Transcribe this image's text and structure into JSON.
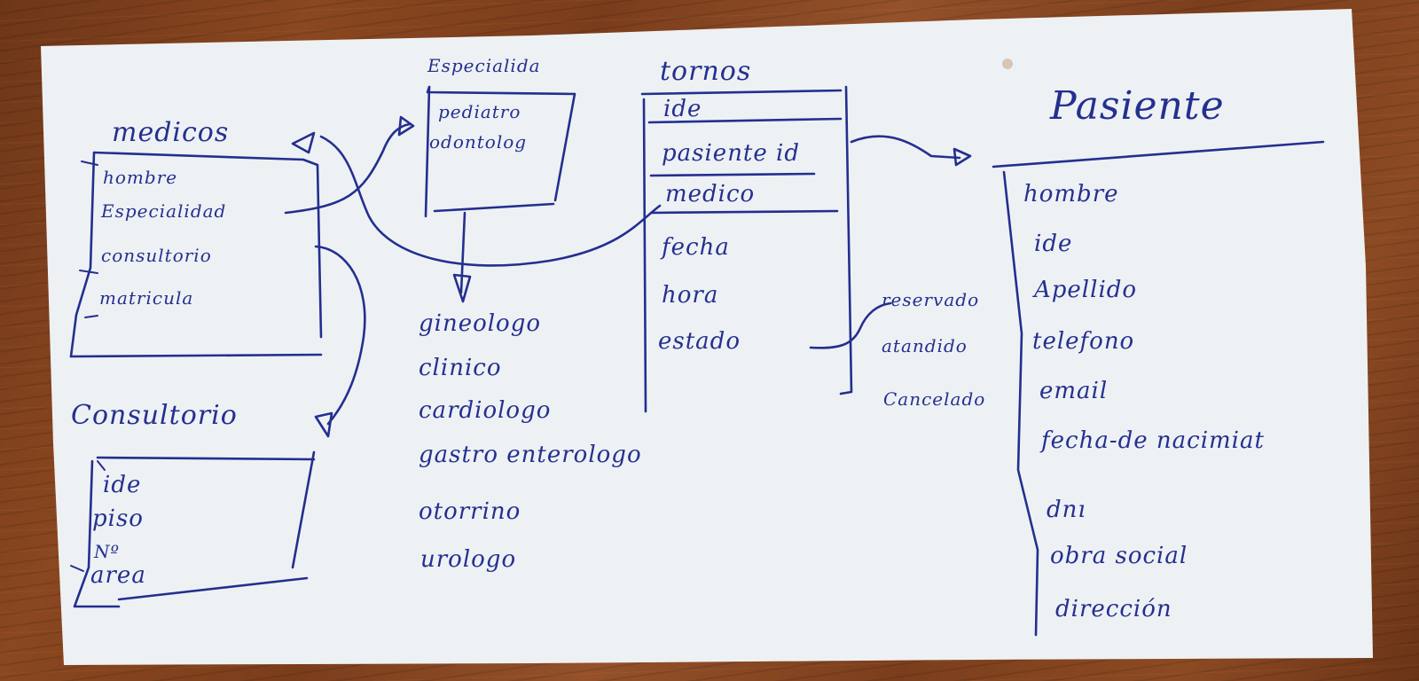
{
  "colors": {
    "ink": "#232f8f",
    "paper": "#eef1f4",
    "table": "#8a4720"
  },
  "entities": {
    "medicos": {
      "title": "medicos",
      "fields": [
        "hombre",
        "Especialidad",
        "consultorio",
        "matricula"
      ]
    },
    "especialidad": {
      "title": "Especialida",
      "fields": [
        "pediatro",
        "odontolog"
      ],
      "subtypes": [
        "gineologo",
        "clinico",
        "cardiologo",
        "gastro enterologo",
        "otorrino",
        "urologo"
      ]
    },
    "turnos": {
      "title": "tornos",
      "fields": [
        "ide",
        "pasiente id",
        "medico",
        "fecha",
        "hora",
        "estado"
      ],
      "estado_values": [
        "reservado",
        "atandido",
        "Cancelado"
      ]
    },
    "consultorio": {
      "title": "Consultorio",
      "fields": [
        "ide",
        "piso",
        "Nº",
        "area"
      ]
    },
    "paciente": {
      "title": "Pasiente",
      "fields": [
        "hombre",
        "ide",
        "Apellido",
        "telefono",
        "email",
        "fecha-de nacimiat",
        "dnı",
        "obra social",
        "dirección"
      ]
    }
  }
}
